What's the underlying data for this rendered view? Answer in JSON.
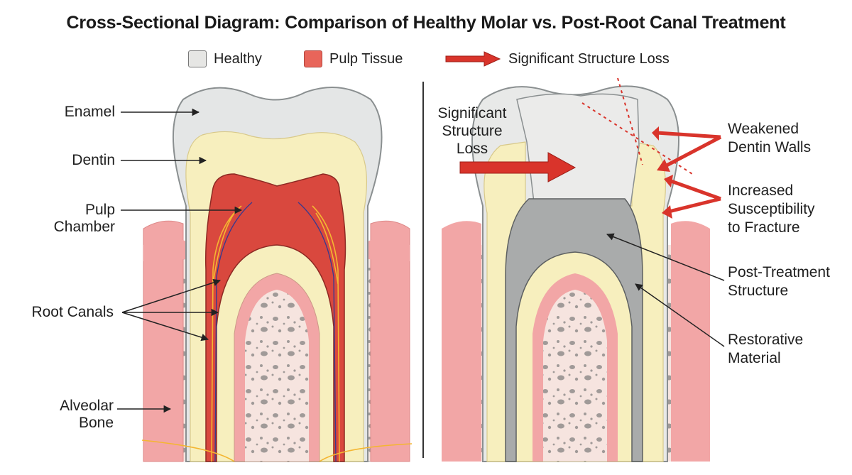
{
  "title": "Cross-Sectional Diagram: Comparison of Healthy Molar vs. Post-Root Canal Treatment",
  "legend": [
    {
      "label": "Healthy",
      "icon": "gray-swatch-icon",
      "color": "#e6e6e4"
    },
    {
      "label": "Pulp Tissue",
      "icon": "red-swatch-icon",
      "color": "#e8655a"
    },
    {
      "label": "Significant Structure Loss",
      "icon": "red-arrow-icon",
      "color": "#d9342b"
    }
  ],
  "left_labels": {
    "enamel": "Enamel",
    "dentin": "Dentin",
    "pulp_line1": "Pulp",
    "pulp_line2": "Chamber",
    "root_canals": "Root Canals",
    "bone_line1": "Alveolar",
    "bone_line2": "Bone"
  },
  "right_labels": {
    "loss_line1": "Significant",
    "loss_line2": "Structure",
    "loss_line3": "Loss",
    "weak_line1": "Weakened",
    "weak_line2": "Dentin Walls",
    "frac_line1": "Increased",
    "frac_line2": "Susceptibility",
    "frac_line3": "to Fracture",
    "post_line1": "Post-Treatment",
    "post_line2": "Structure",
    "resto_line1": "Restorative",
    "resto_line2": "Material"
  },
  "colors": {
    "enamel": "#e4e6e6",
    "dentin": "#f7efbe",
    "pulp": "#d9483e",
    "gum": "#f2a6a6",
    "bone": "#f6e4df",
    "filling": "#a9abab",
    "crown_fill": "#ededec",
    "arrow": "#d9342b"
  }
}
